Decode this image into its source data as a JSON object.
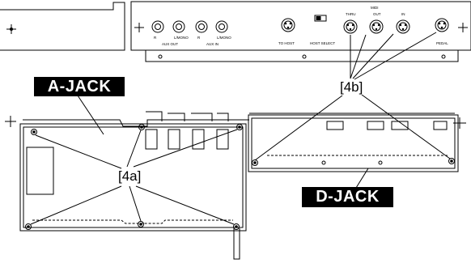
{
  "labels": {
    "a_jack": "A-JACK",
    "d_jack": "D-JACK",
    "callout_4a": "[4a]",
    "callout_4b": "[4b]"
  },
  "panel_text": {
    "aux_out": "AUX OUT",
    "aux_in": "AUX IN",
    "r_left": "R",
    "l_mono_left": "L/MONO",
    "r_right": "R",
    "l_mono_right": "L/MONO",
    "to_host": "TO HOST",
    "host_select": "HOST SELECT",
    "midi": "MIDI",
    "thru": "THRU",
    "out": "OUT",
    "in": "IN",
    "pedal": "PEDAL"
  },
  "colors": {
    "label_bg": "#000000",
    "label_fg": "#ffffff",
    "line": "#000000"
  }
}
